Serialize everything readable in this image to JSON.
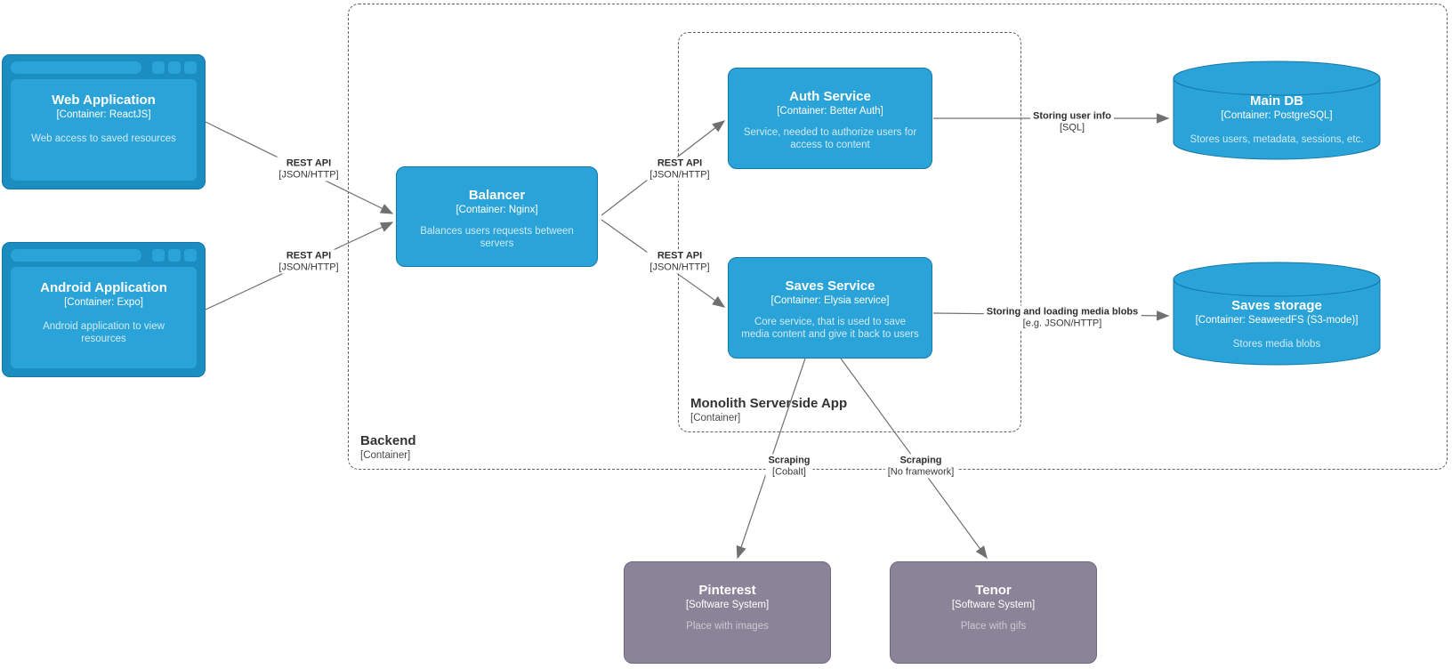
{
  "boundaries": {
    "backend": {
      "title": "Backend",
      "subtitle": "[Container]"
    },
    "monolith": {
      "title": "Monolith Serverside App",
      "subtitle": "[Container]"
    }
  },
  "nodes": {
    "web_application": {
      "title": "Web Application",
      "subtitle": "[Container: ReactJS]",
      "description": "Web access to saved resources"
    },
    "android_application": {
      "title": "Android Application",
      "subtitle": "[Container: Expo]",
      "description": "Android application to view resources"
    },
    "balancer": {
      "title": "Balancer",
      "subtitle": "[Container: Nginx]",
      "description": "Balances users requests between servers"
    },
    "auth_service": {
      "title": "Auth Service",
      "subtitle": "[Container: Better Auth]",
      "description": "Service, needed to authorize users for access to content"
    },
    "saves_service": {
      "title": "Saves Service",
      "subtitle": "[Container: Elysia service]",
      "description": "Core service, that is used to save media content and give it back to users"
    },
    "main_db": {
      "title": "Main DB",
      "subtitle": "[Container: PostgreSQL]",
      "description": "Stores users, metadata, sessions, etc."
    },
    "saves_storage": {
      "title": "Saves storage",
      "subtitle": "[Container: SeaweedFS (S3-mode)]",
      "description": "Stores media blobs"
    },
    "pinterest": {
      "title": "Pinterest",
      "subtitle": "[Software System]",
      "description": "Place with images"
    },
    "tenor": {
      "title": "Tenor",
      "subtitle": "[Software System]",
      "description": "Place with gifs"
    }
  },
  "edges": {
    "web_to_balancer": {
      "label": "REST API",
      "technology": "[JSON/HTTP]"
    },
    "android_to_balancer": {
      "label": "REST API",
      "technology": "[JSON/HTTP]"
    },
    "balancer_to_auth": {
      "label": "REST API",
      "technology": "[JSON/HTTP]"
    },
    "balancer_to_saves": {
      "label": "REST API",
      "technology": "[JSON/HTTP]"
    },
    "auth_to_main_db": {
      "label": "Storing user info",
      "technology": "[SQL]"
    },
    "saves_to_storage": {
      "label": "Storing and loading media blobs",
      "technology": "[e.g. JSON/HTTP]"
    },
    "saves_to_pinterest": {
      "label": "Scraping",
      "technology": "[Cobalt]"
    },
    "saves_to_tenor": {
      "label": "Scraping",
      "technology": "[No framework]"
    }
  },
  "colors": {
    "container_fill": "#2AA3D8",
    "container_frame": "#1C8DC1",
    "container_border": "#1377A8",
    "external_fill": "#8B8498",
    "external_border": "#6F6880",
    "edge_line": "#707070",
    "boundary_dash": "#616161",
    "canvas_bg": "#ffffff"
  }
}
